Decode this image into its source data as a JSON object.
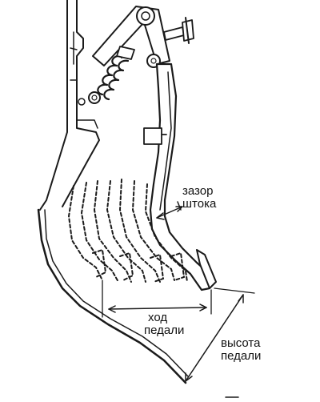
{
  "labels": {
    "rod_gap_line1": "зазор",
    "rod_gap_line2": "штока",
    "pedal_travel_line1": "ход",
    "pedal_travel_line2": "педали",
    "pedal_height_line1": "высота",
    "pedal_height_line2": "педали"
  }
}
